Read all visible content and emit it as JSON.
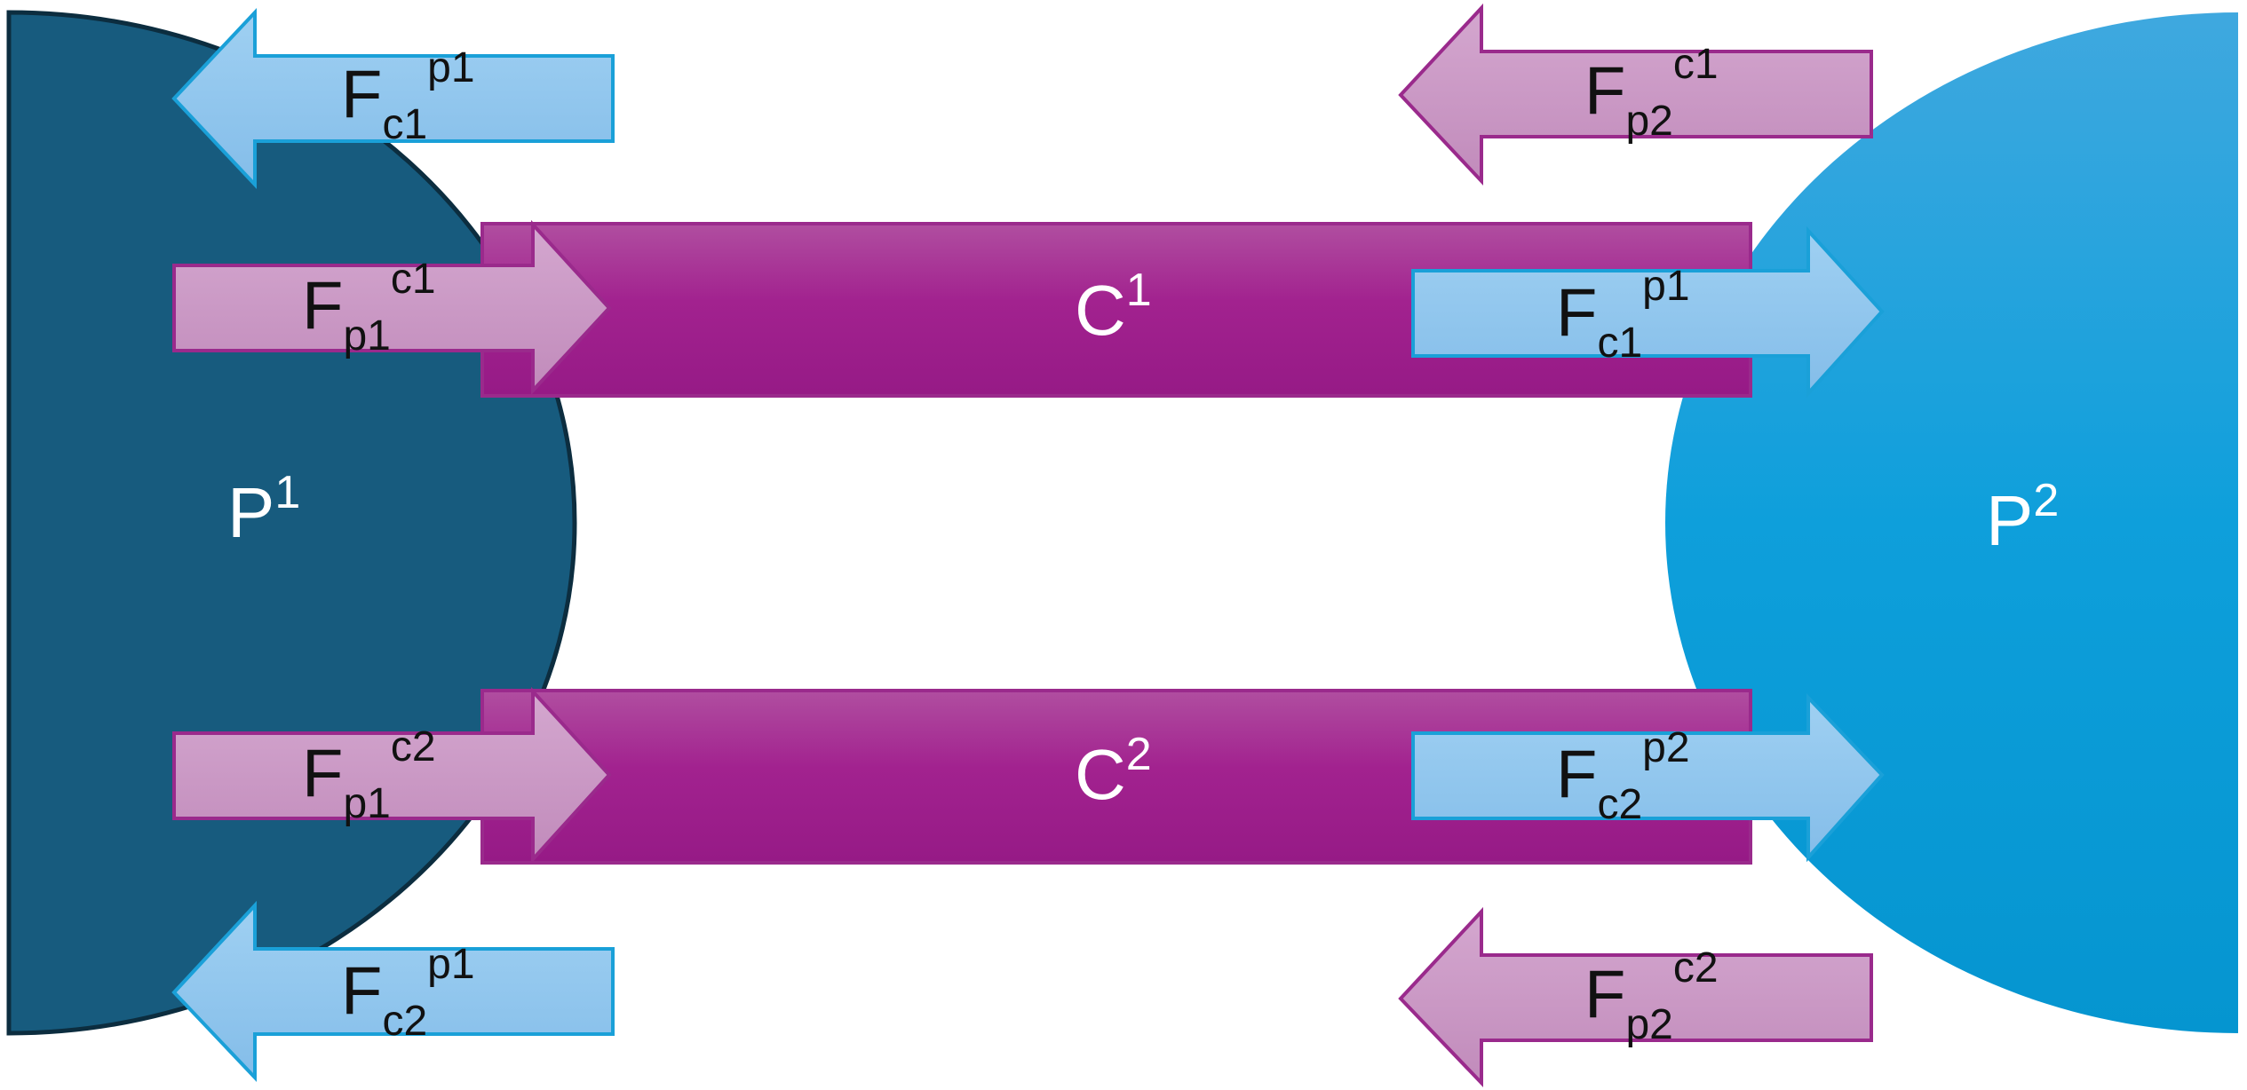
{
  "colors": {
    "p1_fill": "#175b7e",
    "p1_stroke": "#0c2d3f",
    "p2_fill": "#0a9bd6",
    "channel_fill": "#a2228f",
    "channel_stroke": "#9a2a8c",
    "pink_arrow_fill": "#c797c2",
    "pink_arrow_stroke": "#9a2a8c",
    "blue_arrow_fill": "#8cc2ec",
    "blue_arrow_stroke": "#1aa0d8"
  },
  "nodes": {
    "p1": {
      "base": "P",
      "sup": "1"
    },
    "p2": {
      "base": "P",
      "sup": "2"
    }
  },
  "channels": {
    "c1": {
      "base": "C",
      "sup": "1"
    },
    "c2": {
      "base": "C",
      "sup": "2"
    }
  },
  "forces": {
    "fc1p1_left": {
      "base": "F",
      "sub": "c1",
      "sup": "p1"
    },
    "fp1c1": {
      "base": "F",
      "sub": "p1",
      "sup": "c1"
    },
    "fp1c2": {
      "base": "F",
      "sub": "p1",
      "sup": "c2"
    },
    "fc2p1_left": {
      "base": "F",
      "sub": "c2",
      "sup": "p1"
    },
    "fp2c1": {
      "base": "F",
      "sub": "p2",
      "sup": "c1"
    },
    "fc1p1_right": {
      "base": "F",
      "sub": "c1",
      "sup": "p1"
    },
    "fc2p2": {
      "base": "F",
      "sub": "c2",
      "sup": "p2"
    },
    "fp2c2": {
      "base": "F",
      "sub": "p2",
      "sup": "c2"
    }
  }
}
